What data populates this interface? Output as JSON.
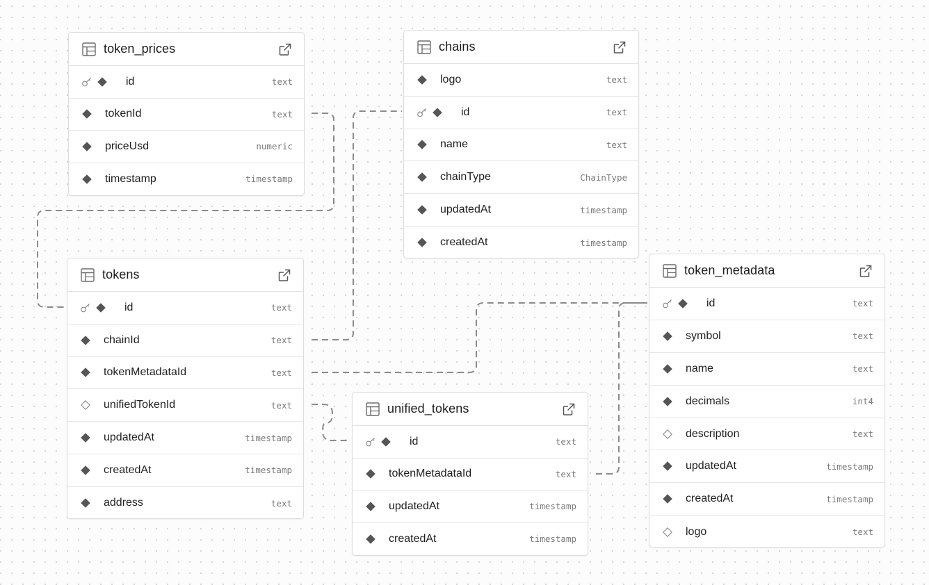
{
  "tables": {
    "token_prices": {
      "name": "token_prices",
      "columns": [
        {
          "name": "id",
          "type": "text",
          "pk": true,
          "nullable": false
        },
        {
          "name": "tokenId",
          "type": "text",
          "pk": false,
          "nullable": false
        },
        {
          "name": "priceUsd",
          "type": "numeric",
          "pk": false,
          "nullable": false
        },
        {
          "name": "timestamp",
          "type": "timestamp",
          "pk": false,
          "nullable": false
        }
      ]
    },
    "chains": {
      "name": "chains",
      "columns": [
        {
          "name": "logo",
          "type": "text",
          "pk": false,
          "nullable": false
        },
        {
          "name": "id",
          "type": "text",
          "pk": true,
          "nullable": false
        },
        {
          "name": "name",
          "type": "text",
          "pk": false,
          "nullable": false
        },
        {
          "name": "chainType",
          "type": "ChainType",
          "pk": false,
          "nullable": false
        },
        {
          "name": "updatedAt",
          "type": "timestamp",
          "pk": false,
          "nullable": false
        },
        {
          "name": "createdAt",
          "type": "timestamp",
          "pk": false,
          "nullable": false
        }
      ]
    },
    "tokens": {
      "name": "tokens",
      "columns": [
        {
          "name": "id",
          "type": "text",
          "pk": true,
          "nullable": false
        },
        {
          "name": "chainId",
          "type": "text",
          "pk": false,
          "nullable": false
        },
        {
          "name": "tokenMetadataId",
          "type": "text",
          "pk": false,
          "nullable": false
        },
        {
          "name": "unifiedTokenId",
          "type": "text",
          "pk": false,
          "nullable": true
        },
        {
          "name": "updatedAt",
          "type": "timestamp",
          "pk": false,
          "nullable": false
        },
        {
          "name": "createdAt",
          "type": "timestamp",
          "pk": false,
          "nullable": false
        },
        {
          "name": "address",
          "type": "text",
          "pk": false,
          "nullable": false
        }
      ]
    },
    "unified_tokens": {
      "name": "unified_tokens",
      "columns": [
        {
          "name": "id",
          "type": "text",
          "pk": true,
          "nullable": false
        },
        {
          "name": "tokenMetadataId",
          "type": "text",
          "pk": false,
          "nullable": false
        },
        {
          "name": "updatedAt",
          "type": "timestamp",
          "pk": false,
          "nullable": false
        },
        {
          "name": "createdAt",
          "type": "timestamp",
          "pk": false,
          "nullable": false
        }
      ]
    },
    "token_metadata": {
      "name": "token_metadata",
      "columns": [
        {
          "name": "id",
          "type": "text",
          "pk": true,
          "nullable": false
        },
        {
          "name": "symbol",
          "type": "text",
          "pk": false,
          "nullable": false
        },
        {
          "name": "name",
          "type": "text",
          "pk": false,
          "nullable": false
        },
        {
          "name": "decimals",
          "type": "int4",
          "pk": false,
          "nullable": false
        },
        {
          "name": "description",
          "type": "text",
          "pk": false,
          "nullable": true
        },
        {
          "name": "updatedAt",
          "type": "timestamp",
          "pk": false,
          "nullable": false
        },
        {
          "name": "createdAt",
          "type": "timestamp",
          "pk": false,
          "nullable": false
        },
        {
          "name": "logo",
          "type": "text",
          "pk": false,
          "nullable": true
        }
      ]
    }
  },
  "relations": [
    {
      "from_table": "token_prices",
      "from_column": "tokenId",
      "to_table": "tokens",
      "to_column": "id"
    },
    {
      "from_table": "tokens",
      "from_column": "chainId",
      "to_table": "chains",
      "to_column": "id"
    },
    {
      "from_table": "tokens",
      "from_column": "tokenMetadataId",
      "to_table": "token_metadata",
      "to_column": "id"
    },
    {
      "from_table": "tokens",
      "from_column": "unifiedTokenId",
      "to_table": "unified_tokens",
      "to_column": "id"
    },
    {
      "from_table": "unified_tokens",
      "from_column": "tokenMetadataId",
      "to_table": "token_metadata",
      "to_column": "id"
    }
  ],
  "icons": {
    "table": "table-icon",
    "open": "external-link-icon",
    "primary_key": "key-icon",
    "not_null": "filled-diamond-icon",
    "nullable": "hollow-diamond-icon"
  },
  "colors": {
    "edge": "#8a8a8a",
    "diamond": "#555555",
    "type_text": "#7a7a7a"
  }
}
